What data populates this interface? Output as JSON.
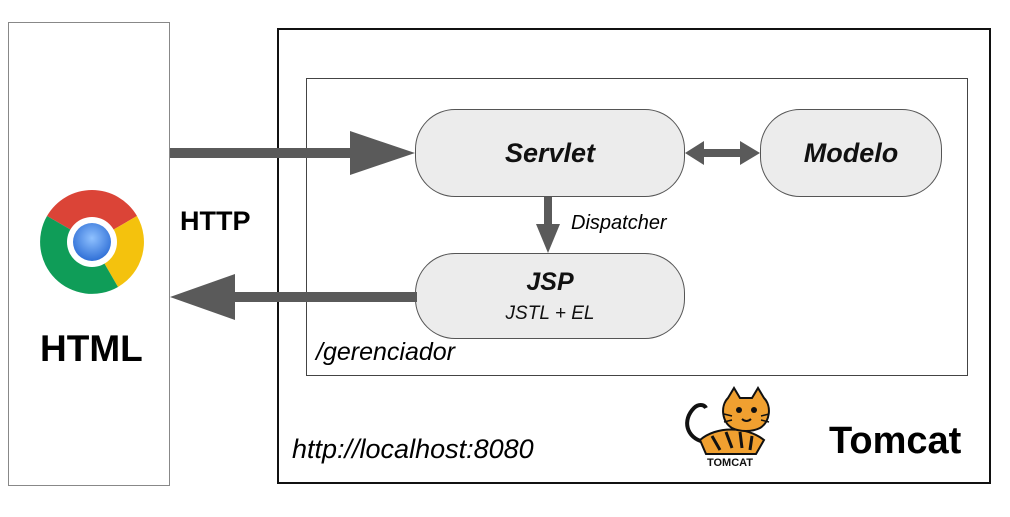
{
  "browser": {
    "icon": "chrome-browser-icon",
    "label": "HTML"
  },
  "protocol": {
    "label": "HTTP"
  },
  "server": {
    "name": "Tomcat",
    "url": "http://localhost:8080",
    "logo_icon": "tomcat-logo-icon",
    "logo_text": "TOMCAT"
  },
  "application": {
    "context": "/gerenciador",
    "servlet_label": "Servlet",
    "model_label": "Modelo",
    "dispatcher_label": "Dispatcher",
    "jsp_title": "JSP",
    "jsp_subtitle": "JSTL + EL"
  },
  "colors": {
    "arrow": "#5a5a5a",
    "node_fill": "#ececec",
    "chrome_red": "#db4437",
    "chrome_yellow": "#f4c20d",
    "chrome_green": "#0f9d58",
    "chrome_blue": "#4285f4",
    "tomcat_orange": "#f0a030"
  }
}
